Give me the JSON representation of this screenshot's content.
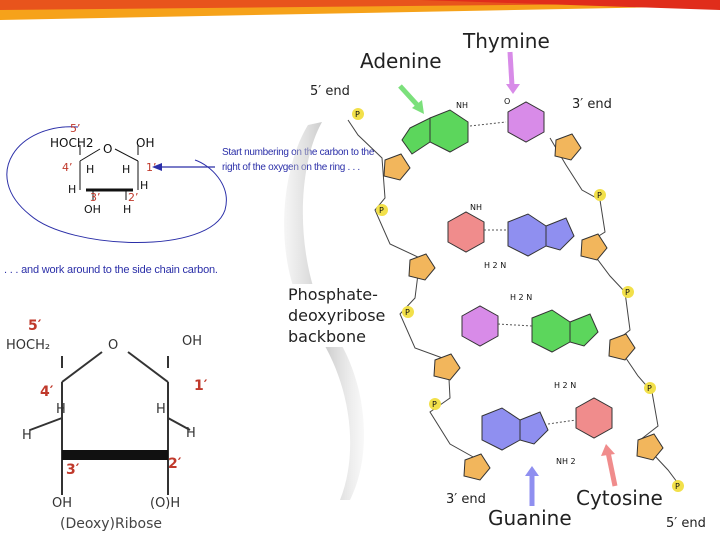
{
  "top_ring": {
    "c5_num": "5’",
    "hoch2": "HOCH2",
    "oxygen": "O",
    "oh_right": "OH",
    "c4_num": "4’",
    "c1_num": "1’",
    "h_a": "H",
    "h_b": "H",
    "h_c": "H",
    "h_d": "H",
    "c3_num": "3’",
    "c2_num": "2’",
    "oh_bottom": "OH",
    "h_bottom": "H"
  },
  "annotations": {
    "start_numbering": "Start numbering on the carbon to the right of the oxygen on the ring . . .",
    "work_around": ". . . and work around to the side chain carbon."
  },
  "bottom_ring": {
    "c5_num": "5′",
    "hoch2": "HOCH₂",
    "oxygen": "O",
    "oh_right": "OH",
    "c4_num": "4′",
    "c1_num": "1′",
    "h1": "H",
    "h2": "H",
    "h3": "H",
    "h4": "H",
    "c3_num": "3′",
    "c2_num": "2′",
    "oh_bottom": "OH",
    "oh_paren": "(O)H",
    "caption": "(Deoxy)Ribose"
  },
  "dna": {
    "adenine": "Adenine",
    "thymine": "Thymine",
    "guanine": "Guanine",
    "cytosine": "Cytosine",
    "backbone": "Phosphate-\ndeoxyribose\nbackbone",
    "end_5_top": "5′ end",
    "end_3_top": "3′ end",
    "end_3_bottom": "3′ end",
    "end_5_bottom": "5′ end"
  },
  "colors": {
    "adenine": "#5cd65c",
    "thymine": "#d88be8",
    "guanine": "#8f8ff0",
    "cytosine": "#f08c8c",
    "sugar": "#f2b65c",
    "phosphate": "#f2e04a",
    "annotation": "#2b2fa8",
    "number_red": "#c0392b"
  }
}
